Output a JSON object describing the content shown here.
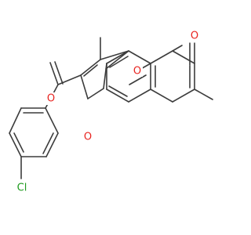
{
  "molecule": {
    "atoms": {
      "o_lactone_ring": {
        "symbol": "O",
        "color": "#e8231f"
      },
      "o_carbonyl_lactone": {
        "symbol": "O",
        "color": "#e8231f"
      },
      "o_ketone": {
        "symbol": "O",
        "color": "#e8231f"
      },
      "o_furan": {
        "symbol": "O",
        "color": "#e8231f"
      },
      "cl": {
        "symbol": "Cl",
        "color": "#1e9a1e"
      }
    },
    "bond_color": "#3c3c3c"
  }
}
